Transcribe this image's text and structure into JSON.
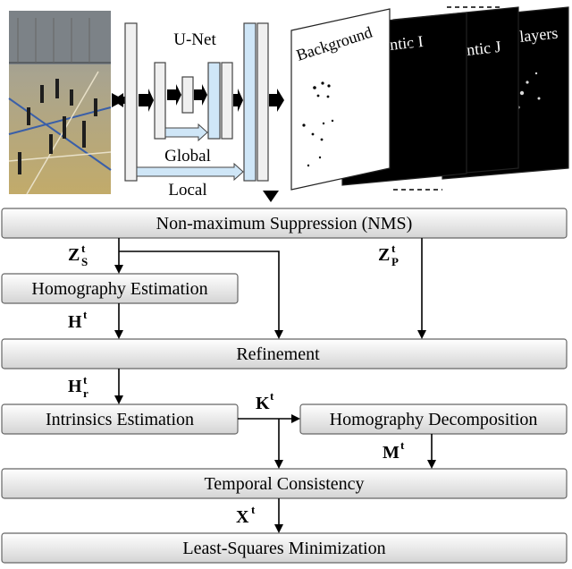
{
  "unet": {
    "title": "U-Net",
    "global_label": "Global",
    "local_label": "Local"
  },
  "maps": {
    "background": "Background",
    "semantic_i": "Semantic I",
    "semantic_j": "Semantic J",
    "players": "Players"
  },
  "stages": {
    "nms": "Non-maximum Suppression (NMS)",
    "homography_estimation": "Homography Estimation",
    "refinement": "Refinement",
    "intrinsics_estimation": "Intrinsics Estimation",
    "homography_decomposition": "Homography Decomposition",
    "temporal_consistency": "Temporal Consistency",
    "least_squares": "Least-Squares Minimization"
  },
  "symbols": {
    "zs": {
      "base": "Z",
      "sub": "S",
      "sup": "t"
    },
    "zp": {
      "base": "Z",
      "sub": "P",
      "sup": "t"
    },
    "h": {
      "base": "H",
      "sup": "t"
    },
    "hr": {
      "base": "H",
      "sub": "r",
      "sup": "t"
    },
    "k": {
      "base": "K",
      "sup": "t"
    },
    "m": {
      "base": "M",
      "sup": "t"
    },
    "x": {
      "base": "X",
      "sup": "t"
    }
  },
  "colors": {
    "box_top": "#ffffff",
    "box_bottom": "#d9d9d9",
    "unet_blue": "#cfe6f7",
    "map_dark": "#000000"
  }
}
